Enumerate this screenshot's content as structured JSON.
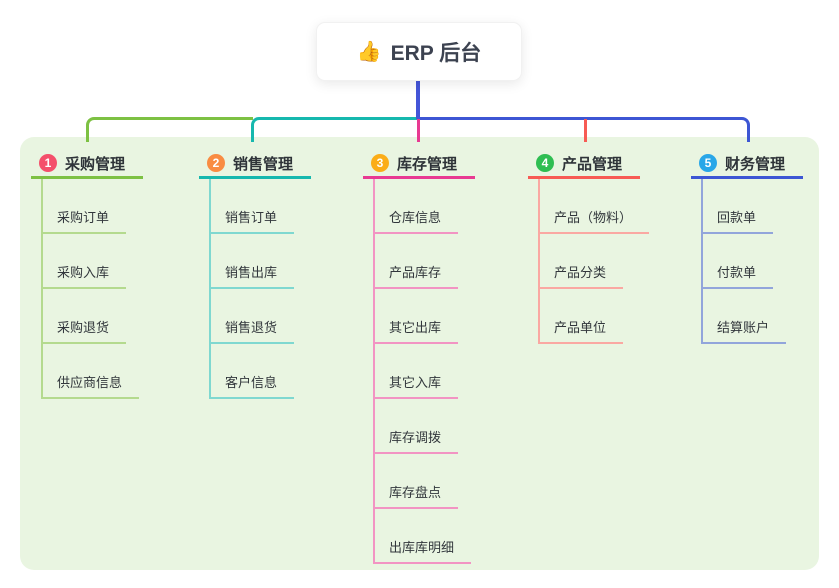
{
  "root": {
    "icon": "👍",
    "title": "ERP 后台",
    "line_color": "#4455D8"
  },
  "canvas": {
    "page_bg": "#FFFFFF",
    "panel_bg": "#E9F5E1",
    "header_text_color": "#2E3338",
    "item_text_color": "#32373C"
  },
  "branches": [
    {
      "num": "1",
      "title": "采购管理",
      "badge_color": "#F4506B",
      "line_color": "#7DC143",
      "child_line_color": "#B4DA8E",
      "items": [
        "采购订单",
        "采购入库",
        "采购退货",
        "供应商信息"
      ]
    },
    {
      "num": "2",
      "title": "销售管理",
      "badge_color": "#F98C42",
      "line_color": "#16B8AE",
      "child_line_color": "#7FD8D0",
      "items": [
        "销售订单",
        "销售出库",
        "销售退货",
        "客户信息"
      ]
    },
    {
      "num": "3",
      "title": "库存管理",
      "badge_color": "#FBAD18",
      "line_color": "#E83A92",
      "child_line_color": "#F294C3",
      "items": [
        "仓库信息",
        "产品库存",
        "其它出库",
        "其它入库",
        "库存调拨",
        "库存盘点",
        "出库库明细"
      ]
    },
    {
      "num": "4",
      "title": "产品管理",
      "badge_color": "#2FBE52",
      "line_color": "#F75B54",
      "child_line_color": "#FAA8A2",
      "items": [
        "产品（物料）",
        "产品分类",
        "产品单位"
      ]
    },
    {
      "num": "5",
      "title": "财务管理",
      "badge_color": "#29A7E8",
      "line_color": "#3D56D4",
      "child_line_color": "#92A5DB",
      "items": [
        "回款单",
        "付款单",
        "结算账户"
      ]
    }
  ]
}
